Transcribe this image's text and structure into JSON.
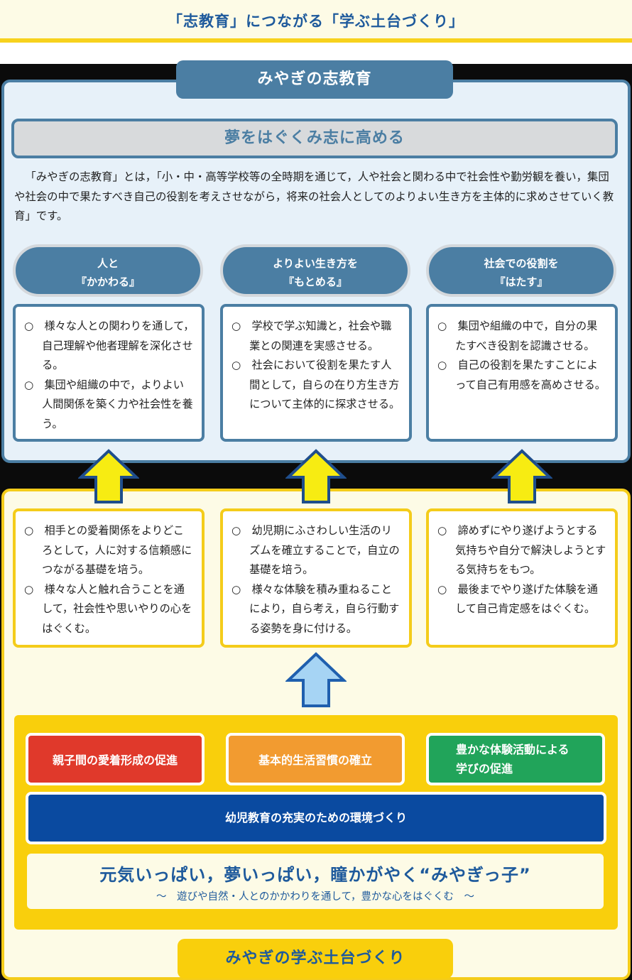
{
  "header": {
    "title": "「志教育」につながる「学ぶ土台づくり」"
  },
  "upper": {
    "title": "みやぎの志教育",
    "goal": "夢をはぐくみ志に高める",
    "description": "「みやぎの志教育」とは，「小・中・高等学校等の全時期を通じて，人や社会と関わる中で社会性や勤労観を養い，集団や社会の中で果たすべき自己の役割を考えさせながら，将来の社会人としてのよりよい生き方を主体的に求めさせていく教育」です。",
    "pillars": [
      {
        "line1": "人と",
        "line2": "『かかわる』",
        "items": [
          "○　様々な人との関わりを通して，自己理解や他者理解を深化させる。",
          "○　集団や組織の中で，よりよい人間関係を築く力や社会性を養う。"
        ]
      },
      {
        "line1": "よりよい生き方を",
        "line2": "『もとめる』",
        "items": [
          "○　学校で学ぶ知識と，社会や職業との関連を実感させる。",
          "○　社会において役割を果たす人間として，自らの在り方生き方について主体的に探求させる。"
        ]
      },
      {
        "line1": "社会での役割を",
        "line2": "『はたす』",
        "items": [
          "○　集団や組織の中で，自分の果たすべき役割を認識させる。",
          "○　自己の役割を果たすことによって自己有用感を高めさせる。"
        ]
      }
    ]
  },
  "lower": {
    "foundations": [
      {
        "items": [
          "○　相手との愛着関係をよりどころとして，人に対する信頼感につながる基礎を培う。",
          "○　様々な人と触れ合うことを通して，社会性や思いやりの心をはぐくむ。"
        ]
      },
      {
        "items": [
          "○　幼児期にふさわしい生活のリズムを確立することで，自立の基礎を培う。",
          "○　様々な体験を積み重ねることにより，自ら考え，自ら行動する姿勢を身に付ける。"
        ]
      },
      {
        "items": [
          "○　諦めずにやり遂げようとする気持ちや自分で解決しようとする気持ちをもつ。",
          "○　最後までやり遂げた体験を通して自己肯定感をはぐくむ。"
        ]
      }
    ],
    "strategies": {
      "attachment": "親子間の愛着形成の促進",
      "habits": "基本的生活習慣の確立",
      "experience_line1": "豊かな体験活動による",
      "experience_line2": "学びの促進"
    },
    "environment": "幼児教育の充実のための環境づくり",
    "slogan": "元気いっぱい，夢いっぱい，瞳かがやく“みやぎっ子”",
    "slogan_sub": "～　遊びや自然・人とのかかわりを通して，豊かな心をはぐくむ　～",
    "title": "みやぎの学ぶ土台づくり"
  },
  "colors": {
    "steel_blue": "#4b7ea3",
    "yellow": "#f9cf0c",
    "red": "#e0392b",
    "orange": "#f29b30",
    "green": "#21a45a",
    "navy": "#0a4aa0",
    "title_blue": "#1e5a9c"
  }
}
